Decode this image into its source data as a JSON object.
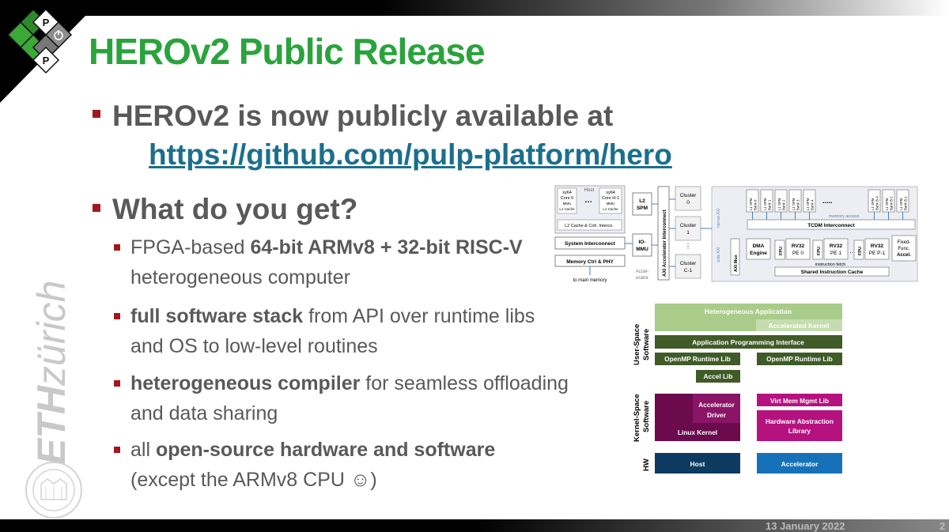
{
  "slide": {
    "title": "HEROv2 Public Release",
    "bullet1": "HEROv2 is now publicly available at",
    "link": "https://github.com/pulp-platform/hero",
    "bullet2": "What do you get?",
    "sub": [
      {
        "pre": "FPGA-based ",
        "bold": "64-bit ARMv8 + 32-bit RISC-V",
        "line2": "heterogeneous computer"
      },
      {
        "bold": "full software stack",
        "post": " from API over runtime libs",
        "line2": "and OS to low-level routines"
      },
      {
        "bold": "heterogeneous compiler",
        "post": " for seamless offloading",
        "line2": "and data sharing"
      },
      {
        "pre": "all ",
        "bold": "open-source hardware and software",
        "line2": "(except the ARMv8 CPU ☺)"
      }
    ],
    "date": "13 January 2022",
    "page": "2",
    "eth_logo": "ETHzürich",
    "colors": {
      "title": "#2aa33d",
      "bullet": "#a3171d",
      "text": "#595959",
      "link": "#1b6f8c"
    }
  },
  "arch": {
    "host": "Host",
    "core0": [
      "xy64",
      "Core 0",
      "MMU",
      "L1 Cache"
    ],
    "coreh": [
      "xy64",
      "Core H-1",
      "MMU",
      "L1 Cache"
    ],
    "l2cache": "L2 Cache & Coh. Interco.",
    "sysint": "System Interconnect",
    "memctrl": "Memory Ctrl & PHY",
    "tomain": "to main memory",
    "l2spm": [
      "L2",
      "SPM"
    ],
    "iommu": [
      "IO-",
      "MMU"
    ],
    "accel": [
      "Accel-",
      "erator"
    ],
    "axi_ic": "AXI Accelerator Interconnect",
    "clusters": [
      [
        "Cluster",
        "0"
      ],
      [
        "Cluster",
        "1"
      ],
      [
        "Cluster",
        "C-1"
      ]
    ],
    "banks": [
      "L1 SPM Bank 0",
      "L1 SPM Bank 1",
      "L1 SPM Bank 2",
      "L1 SPM Bank 3",
      "L1 SPM Bank 4",
      "L1 SPM Bank B-3",
      "L1 SPM Bank B-2",
      "L1 SPM Bank B-1"
    ],
    "mem_access": "memory access",
    "tcdm": "TCDM Interconnect",
    "dma": [
      "DMA",
      "Engine"
    ],
    "pes": [
      [
        "RV32",
        "PE 0"
      ],
      [
        "RV32",
        "PE 1"
      ],
      [
        "RV32",
        "PE P-1"
      ]
    ],
    "fpu": "FPU",
    "fixed": [
      "Fixed-",
      "Func.",
      "Accel."
    ],
    "axi_mux": "AXI Mux",
    "wide": "wide AXI",
    "narrow": "narrow AXI",
    "ifetch": "instruction fetch",
    "icache": "Shared Instruction Cache",
    "dots": "....."
  },
  "stack": {
    "user_space": [
      "User-Space",
      "Software"
    ],
    "kernel_space": [
      "Kernel-Space",
      "Software"
    ],
    "hw": "HW",
    "het_app": "Heterogeneous Application",
    "acc_kernel": "Accelerated Kernel",
    "api": "Application Programming Interface",
    "omp": "OpenMP Runtime Lib",
    "accel_lib": "Accel Lib",
    "acc_driver": [
      "Accelerator",
      "Driver"
    ],
    "linux": "Linux Kernel",
    "virtmem": "Virt Mem Mgmt Lib",
    "hal": [
      "Hardware Abstraction",
      "Library"
    ],
    "host": "Host",
    "accelerator": "Accelerator",
    "colors": {
      "green_light": "#a9cc8a",
      "green_dark": "#3f5b27",
      "green_mid": "#4e6e33",
      "magenta_dark": "#6b0b4e",
      "magenta": "#b5127f",
      "navy": "#0d3a60",
      "blue": "#1672b8"
    }
  }
}
